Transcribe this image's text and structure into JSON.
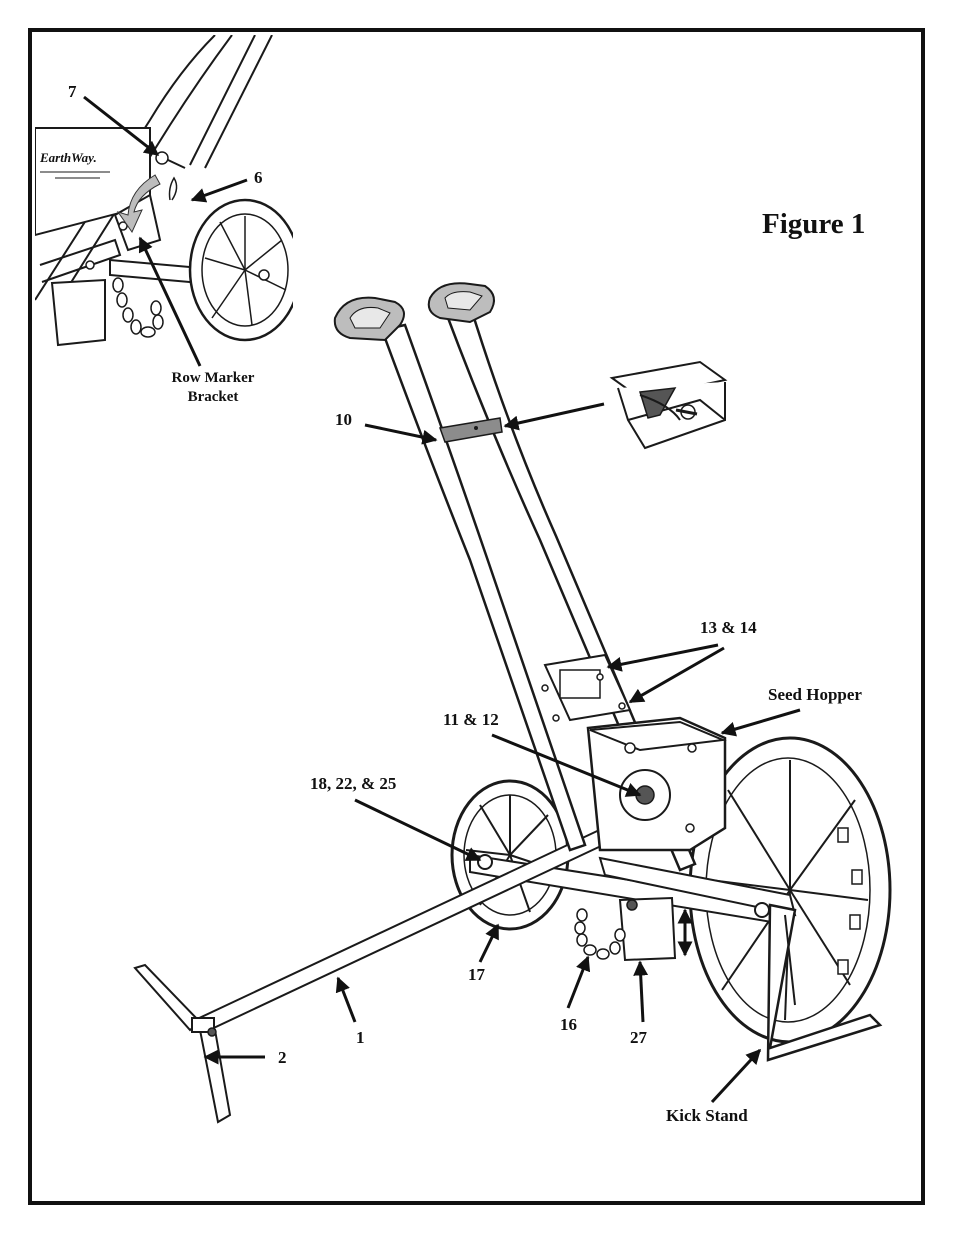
{
  "figure": {
    "title": "Figure 1",
    "brand": "EarthWay."
  },
  "labels": {
    "l7": "7",
    "l6": "6",
    "row_marker_1": "Row Marker",
    "row_marker_2": "Bracket",
    "l10": "10",
    "l13_14": "13 & 14",
    "seed_hopper": "Seed Hopper",
    "l11_12": "11 & 12",
    "l18_22_25": "18, 22, & 25",
    "l17": "17",
    "l1": "1",
    "l2": "2",
    "l16": "16",
    "l27": "27",
    "kick_stand": "Kick Stand"
  },
  "colors": {
    "frame": "#1a1a1a",
    "grip": "#a8a8a8",
    "bracket": "#8c8c8c"
  }
}
